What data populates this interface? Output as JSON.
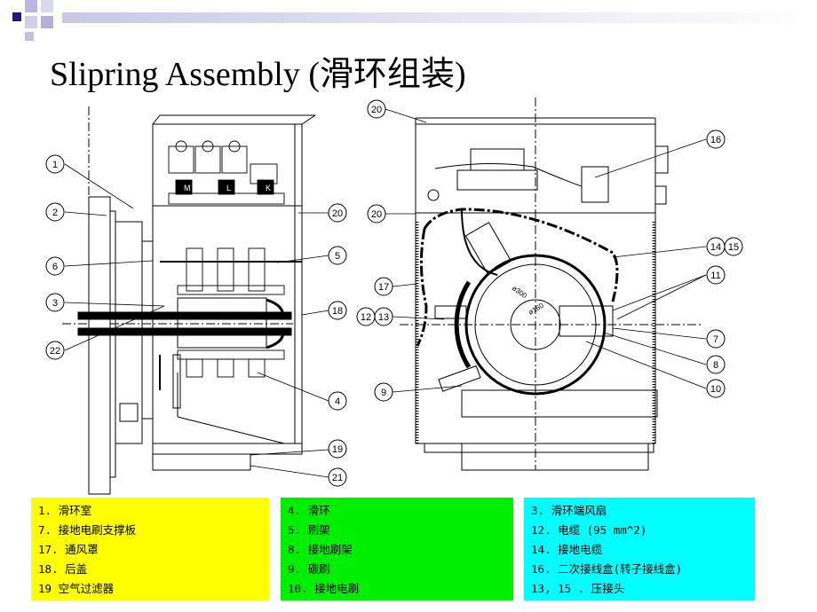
{
  "slide": {
    "title": "Slipring Assembly (滑环组装)"
  },
  "callouts": {
    "left": [
      "1",
      "2",
      "6",
      "3",
      "22",
      "20",
      "5",
      "18",
      "4",
      "19",
      "21"
    ],
    "right": [
      "20",
      "20",
      "16",
      "17",
      "12",
      "13",
      "14",
      "15",
      "11",
      "7",
      "8",
      "10",
      "9"
    ]
  },
  "drawing_text": {
    "m": "M",
    "l": "L",
    "k": "K",
    "dia_outer": "ø300",
    "dia_inner": "ø160"
  },
  "legend": {
    "yellow": [
      "1.  滑环室",
      "7.  接地电刷支撑板",
      "17.  通风罩",
      "18.  后盖",
      "19 空气过滤器"
    ],
    "green": [
      "4.  滑环",
      "5.  刷架",
      "8.  接地刷架",
      "9.  碳刷",
      "10.  接地电刷"
    ],
    "cyan": [
      "3.  滑环端风扇",
      "12.  电缆 (95 mm^2)",
      "14.  接地电缆",
      "16.  二次接线盒(转子接线盒)",
      "13, 15 .  压接头"
    ]
  },
  "colors": {
    "header_dark": "#1a1a80",
    "header_light": "#c0c0e0",
    "legend_yellow": "#ffff00",
    "legend_green": "#00ee00",
    "legend_cyan": "#00ffff"
  }
}
